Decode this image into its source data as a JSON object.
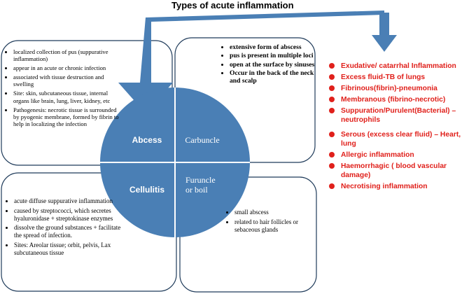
{
  "title": "Types of acute inflammation",
  "colors": {
    "circle": "#4a7fb5",
    "arrow": "#4a7fb5",
    "types_text": "#e0201b",
    "box_border": "#1f3b5a"
  },
  "quadrants": {
    "top_left": "Abcess",
    "top_right": "Carbuncle",
    "bottom_left": "Cellulitis",
    "bottom_right": "Furuncle or boil"
  },
  "abscess_box": {
    "items": [
      "localized collection of pus (suppurative inflammation)",
      "appear in an acute or chronic infection",
      "associated with tissue destruction and swelling",
      "Site: skin, subcutaneous tissue, internal organs like brain, lung, liver, kidney, etc",
      "Pathogenesis: necrotic tissue is surrounded by pyogenic membrane, formed by fibrin to help in localizing the infection"
    ]
  },
  "carbuncle_box": {
    "items": [
      "extensive form of abscess",
      "pus is present in multiple loci",
      "open at the surface by sinuses",
      "Occur in the back of the neck and scalp"
    ]
  },
  "cellulitis_box": {
    "items": [
      "acute diffuse suppurative inflammation",
      "caused by streptococci, which secretes hyaluronidase + streptokinase enzymes",
      "dissolve the ground substances + facilitate the spread of infection.",
      "Sites: Areolar tissue; orbit, pelvis, Lax subcutaneous tissue"
    ]
  },
  "furuncle_box": {
    "items": [
      "small abscess",
      "related to hair follicles or sebaceous glands"
    ]
  },
  "types_list": [
    "Exudative/ catarrhal Inflammation",
    "Excess fluid-TB of lungs",
    "Fibrinous(fibrin)-pneumonia",
    "Membranous (fibrino-necrotic)",
    "Suppuration/Purulent(Bacterial) – neutrophils",
    "Serous (excess clear fluid) – Heart, lung",
    "Allergic inflammation",
    "Haemorrhagic ( blood vascular damage)",
    "Necrotising inflammation"
  ]
}
